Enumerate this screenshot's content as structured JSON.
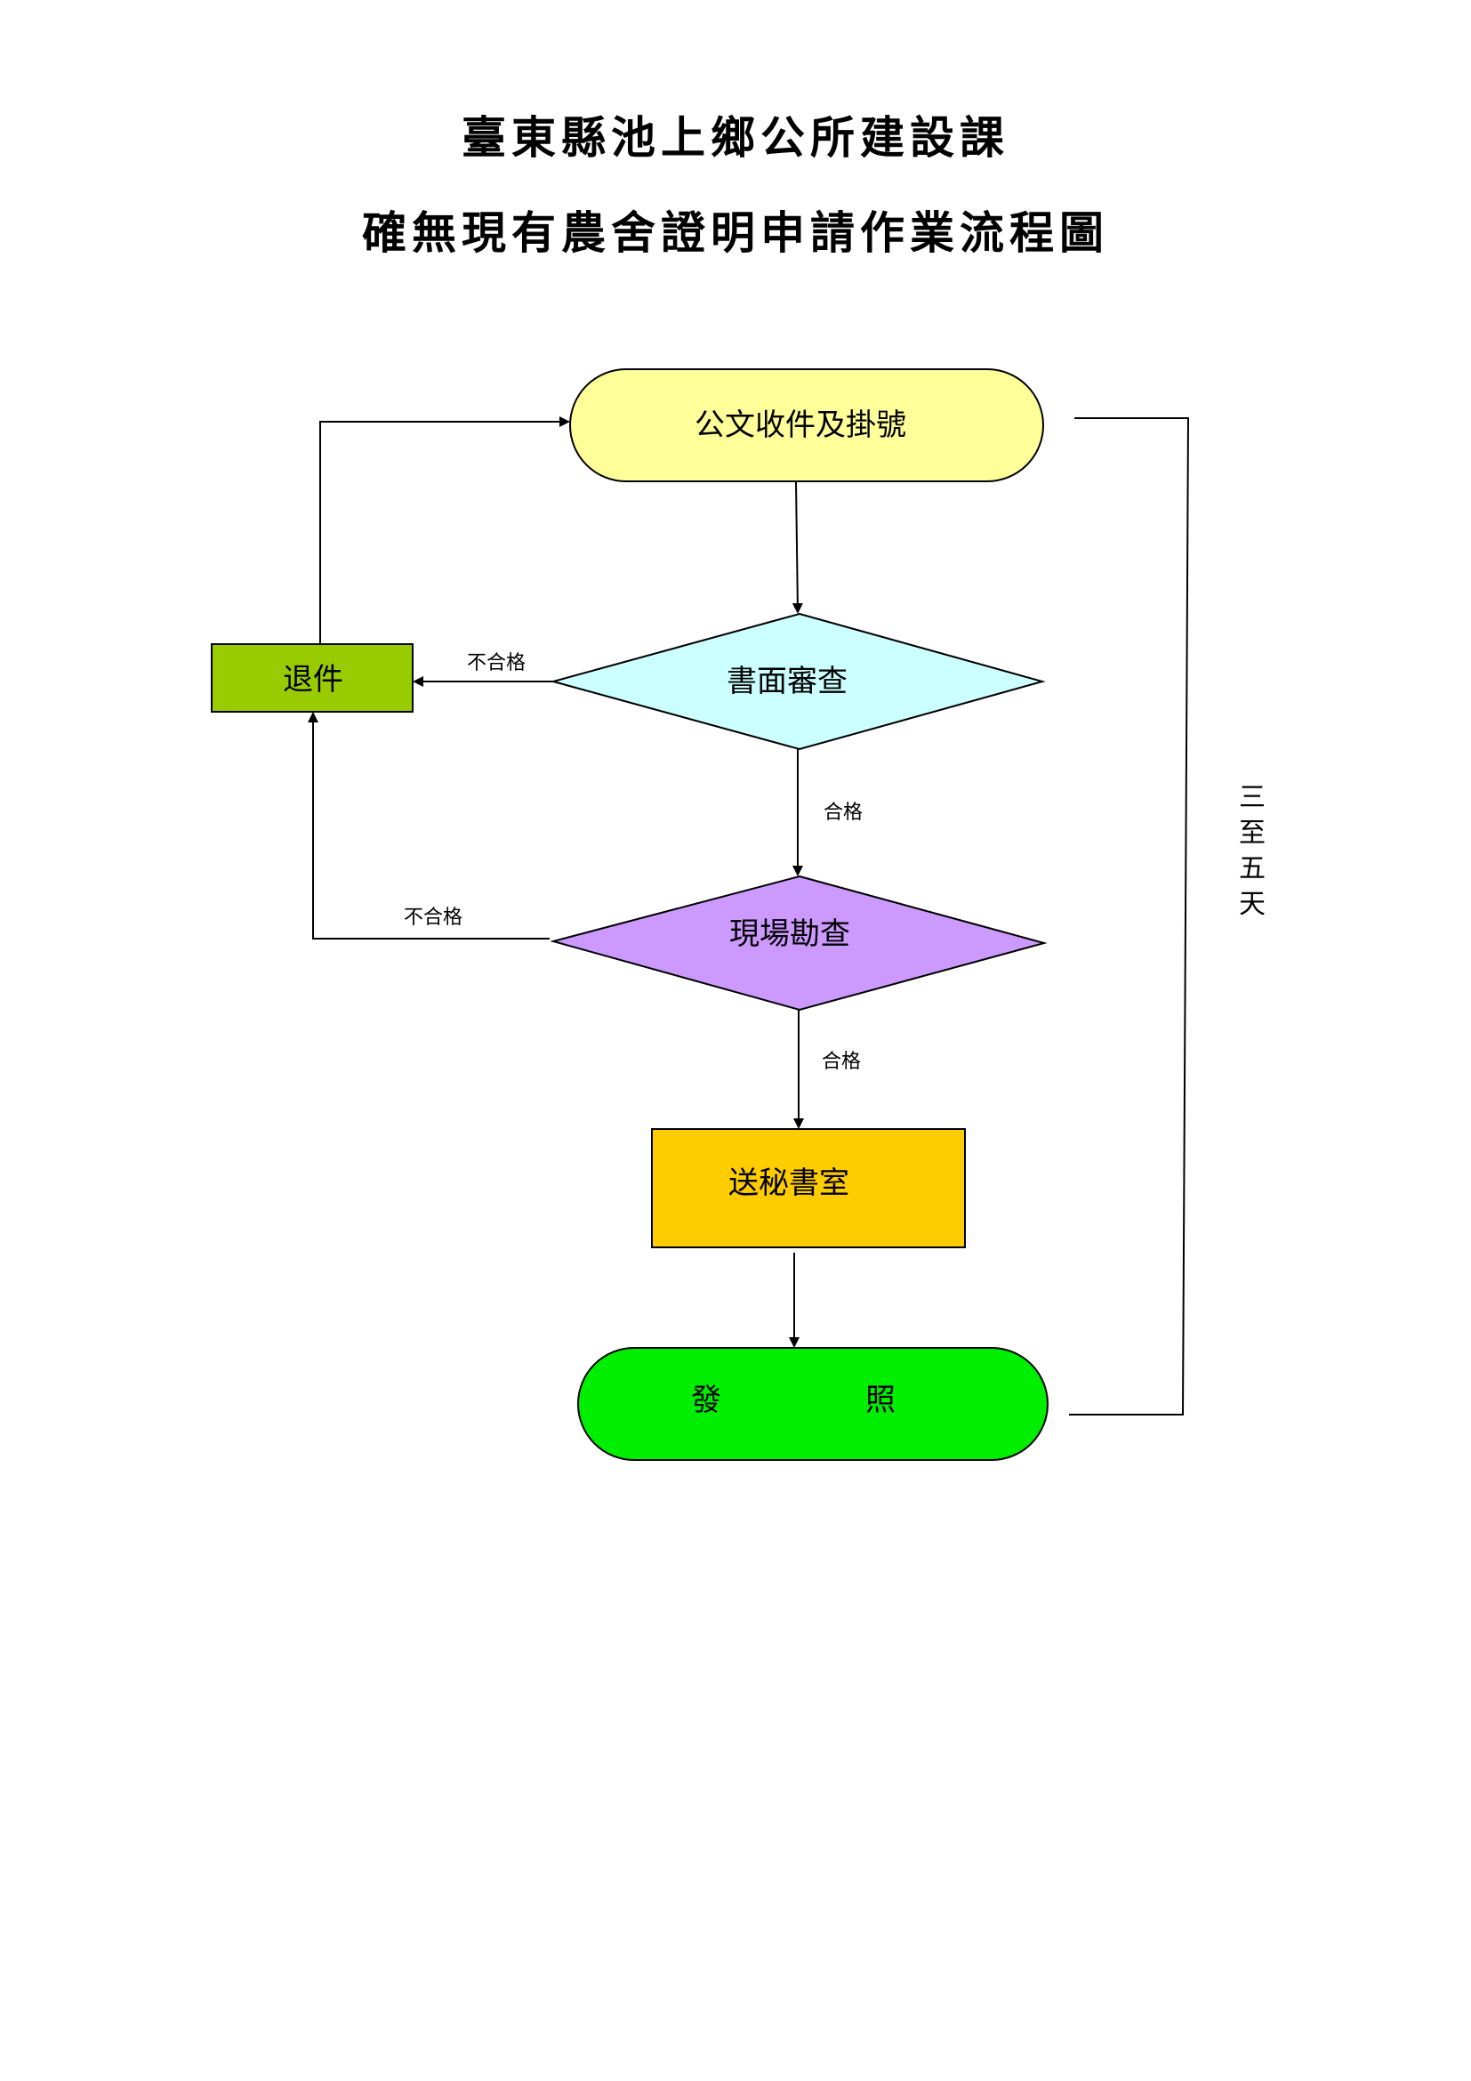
{
  "title_line1": "臺東縣池上鄉公所建設課",
  "title_line2": "確無現有農舍證明申請作業流程圖",
  "nodes": {
    "receive": {
      "label": "公文收件及掛號",
      "color": "#ffff99"
    },
    "paper_review": {
      "label": "書面審查",
      "color": "#ccffff"
    },
    "site_inspection": {
      "label": "現場勘查",
      "color": "#cc99ff"
    },
    "secretariat": {
      "label": "送秘書室",
      "color": "#ffcc00"
    },
    "issue": {
      "label_left": "發",
      "label_right": "照",
      "color": "#00ee00"
    },
    "return": {
      "label": "退件",
      "color": "#99cc00"
    }
  },
  "edges": {
    "paper_fail": "不合格",
    "paper_pass": "合格",
    "site_fail": "不合格",
    "site_pass": "合格"
  },
  "duration": {
    "chars": [
      "三",
      "至",
      "五",
      "天"
    ]
  }
}
